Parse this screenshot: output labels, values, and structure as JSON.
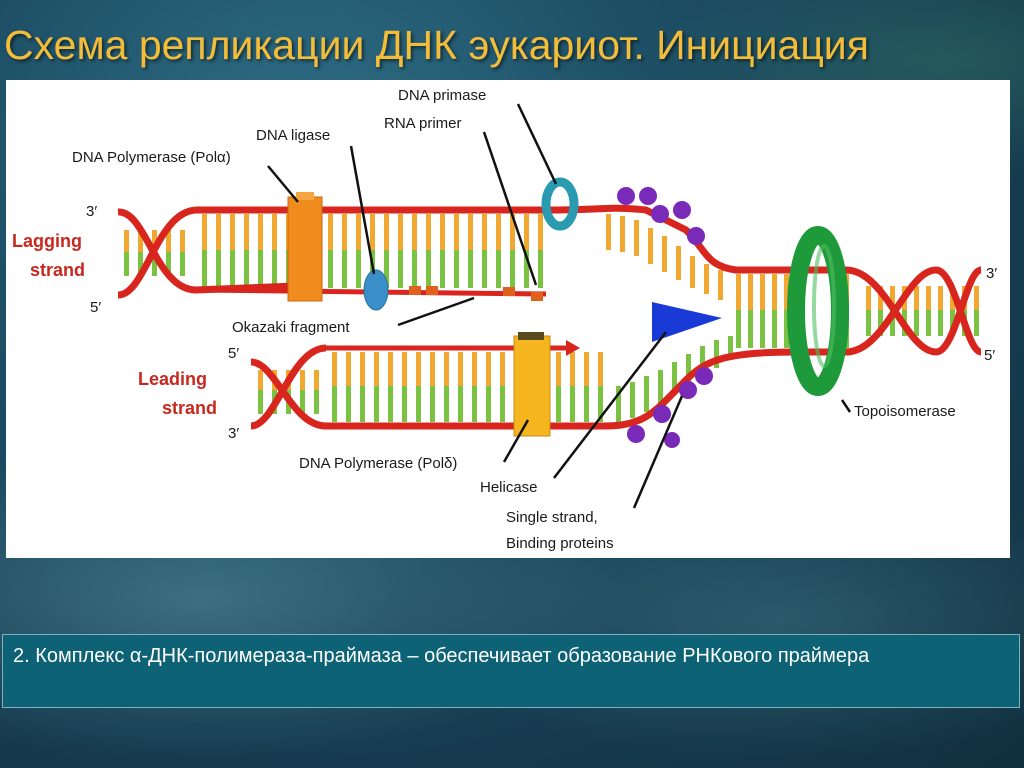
{
  "slide": {
    "title": "Схема репликации ДНК эукариот. Инициация",
    "caption": "2. Комплекс α-ДНК-полимераза-праймаза – обеспечивает образование РНКового праймера"
  },
  "diagram": {
    "labels": {
      "dna_primase": "DNA primase",
      "rna_primer": "RNA primer",
      "dna_ligase": "DNA ligase",
      "dna_polymerase_alpha": "DNA Polymerase (Polα)",
      "okazaki_fragment": "Okazaki fragment",
      "dna_polymerase_delta": "DNA Polymerase (Polδ)",
      "helicase": "Helicase",
      "ssb_line1": "Single strand,",
      "ssb_line2": "Binding proteins",
      "topoisomerase": "Topoisomerase",
      "lagging_line1": "Lagging",
      "lagging_line2": "strand",
      "leading_line1": "Leading",
      "leading_line2": "strand"
    },
    "ends": {
      "lagging_top": "3′",
      "lagging_bottom": "5′",
      "leading_top": "5′",
      "leading_bottom": "3′",
      "parent_top": "3′",
      "parent_bottom": "5′"
    },
    "colors": {
      "backbone": "#d8261e",
      "base_green": "#7cc242",
      "base_orange": "#f0a830",
      "polymerase_alpha": "#f08c1e",
      "polymerase_delta": "#f5b51e",
      "helicase": "#1a3ad8",
      "topoisomerase": "#1f9a3a",
      "primase": "#2a9ab0",
      "ligase": "#3a8fc8",
      "ssb": "#7a2ab8",
      "primer": "#e0601e"
    }
  }
}
